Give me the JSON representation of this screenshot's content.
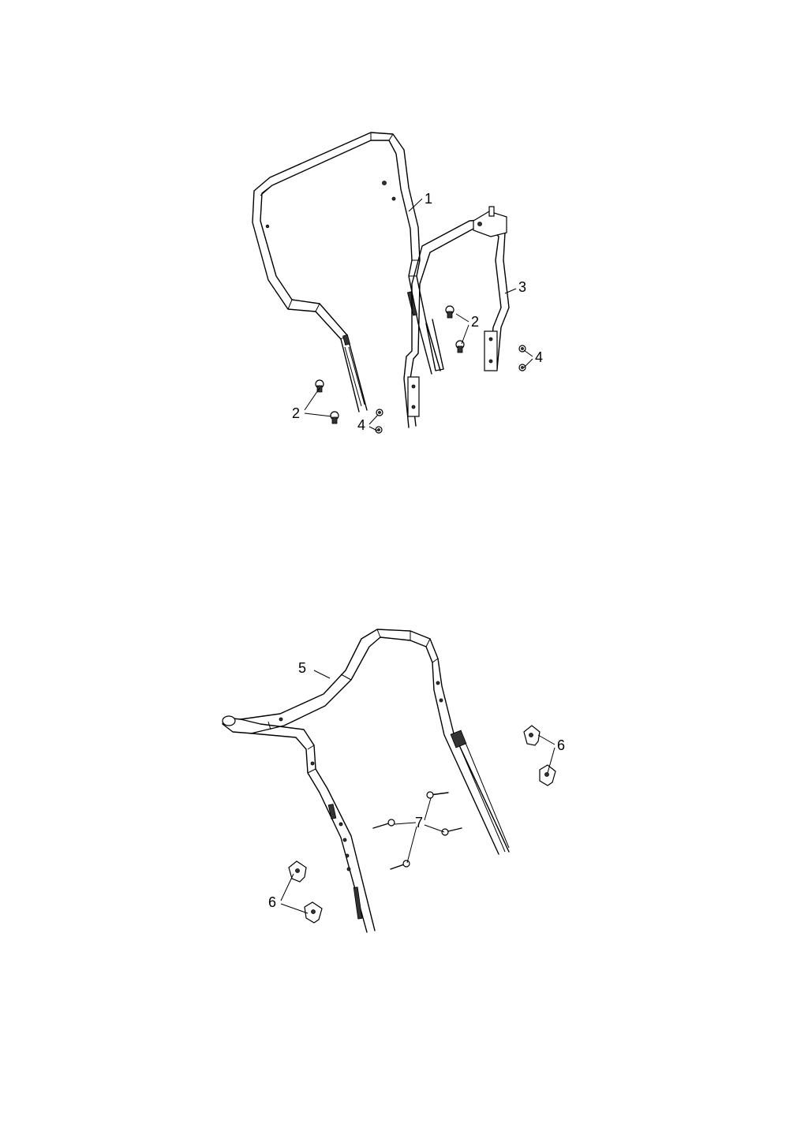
{
  "callouts": {
    "c1": "1",
    "c2a": "2",
    "c2b": "2",
    "c3": "3",
    "c4a": "4",
    "c4b": "4",
    "c5": "5",
    "c6a": "6",
    "c6b": "6",
    "c7": "7"
  }
}
